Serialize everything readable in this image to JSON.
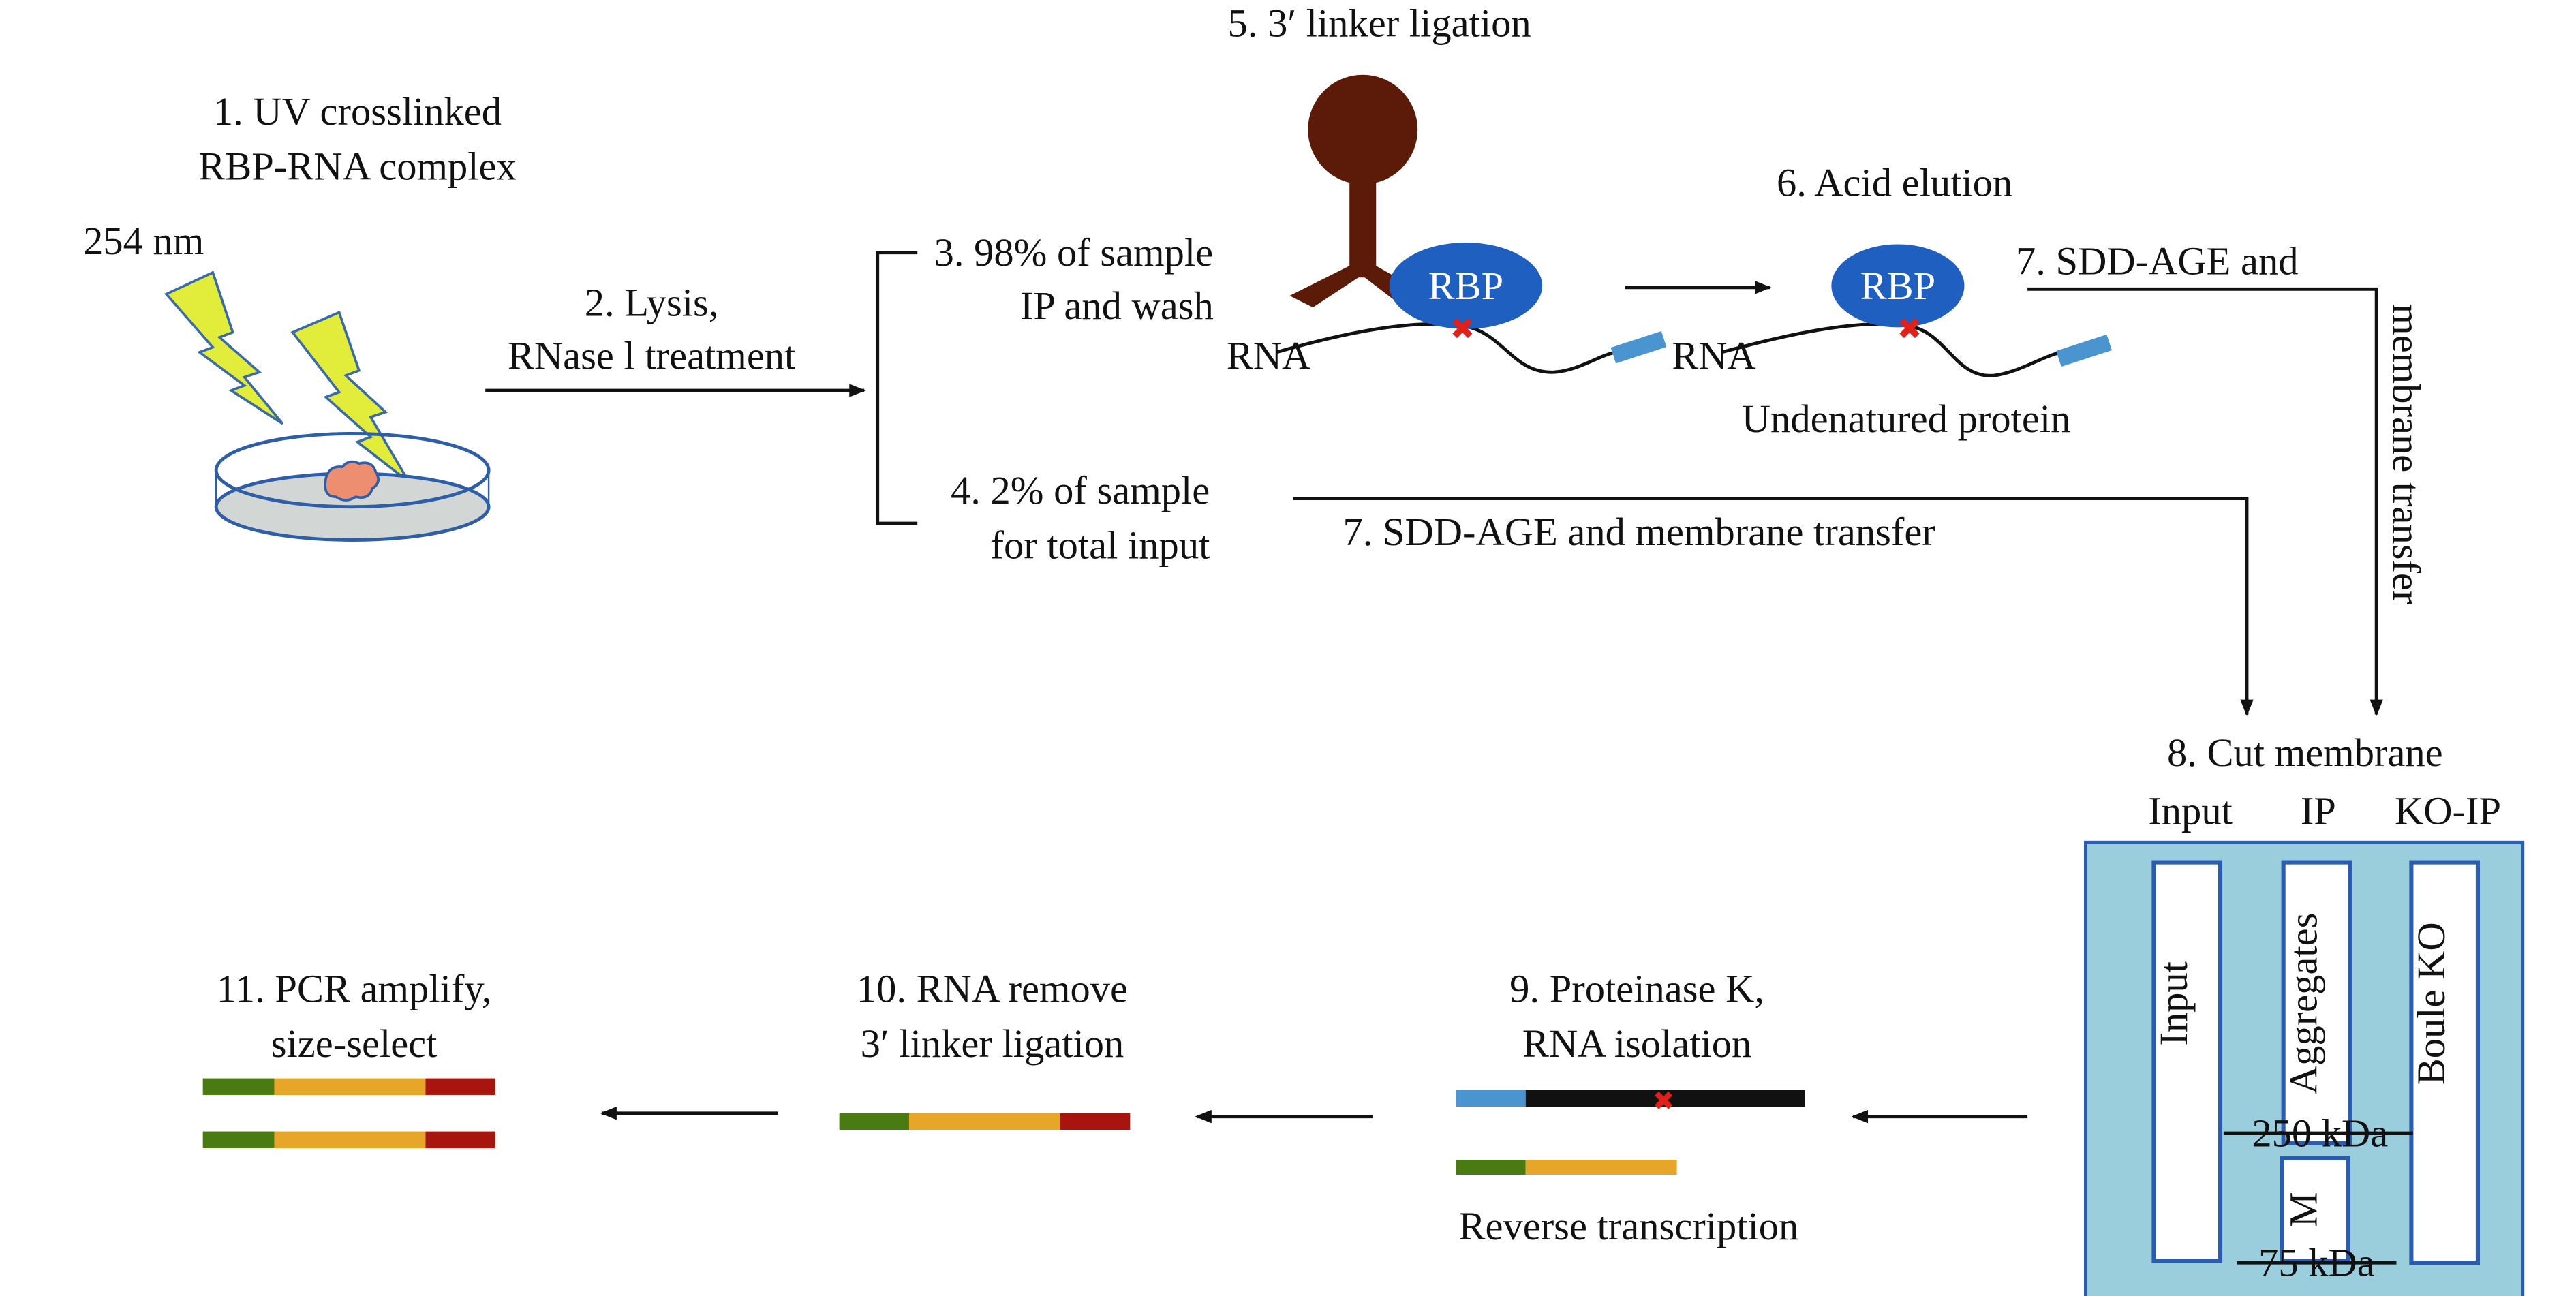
{
  "colors": {
    "rbp": "#1f5fbf",
    "antibody": "#5c1a08",
    "membrane": "#9acedd",
    "membrane_border": "#2a5db0",
    "bolt": "#e2ec3a",
    "crosslink": "#e0201a",
    "linker": "#4a94d0",
    "seg_green": "#4a7a12",
    "seg_orange": "#e8a628",
    "seg_red": "#a8140e"
  },
  "step1": {
    "line1": "1. UV crosslinked",
    "line2": "RBP-RNA complex",
    "wavelength": "254 nm"
  },
  "step2": {
    "line1": "2. Lysis,",
    "line2": "RNase l treatment"
  },
  "step3": {
    "line1": "3. 98% of sample",
    "line2": "IP and wash"
  },
  "step4": {
    "line1": "4. 2% of sample",
    "line2": "for total input"
  },
  "step5": {
    "label": "5. 3′ linker ligation"
  },
  "step6": {
    "label": "6. Acid elution",
    "caption": "Undenatured protein"
  },
  "step7": {
    "upper_line1": "7. SDD-AGE and",
    "upper_line2": "membrane transfer",
    "lower": "7. SDD-AGE and membrane transfer"
  },
  "step8": {
    "label": "8. Cut membrane",
    "columns": [
      "Input",
      "IP",
      "KO-IP"
    ],
    "lanes": [
      "Input",
      "Aggregates",
      "M",
      "Boule KO"
    ],
    "marker_high": "250 kDa",
    "marker_low": "75 kDa"
  },
  "step9": {
    "line1": "9. Proteinase K,",
    "line2": "RNA isolation",
    "caption": "Reverse transcription"
  },
  "step10": {
    "line1": "10. RNA remove",
    "line2": "3′ linker ligation"
  },
  "step11": {
    "line1": "11. PCR amplify,",
    "line2": "size-select"
  },
  "molecule": {
    "rbp": "RBP",
    "rna": "RNA"
  }
}
